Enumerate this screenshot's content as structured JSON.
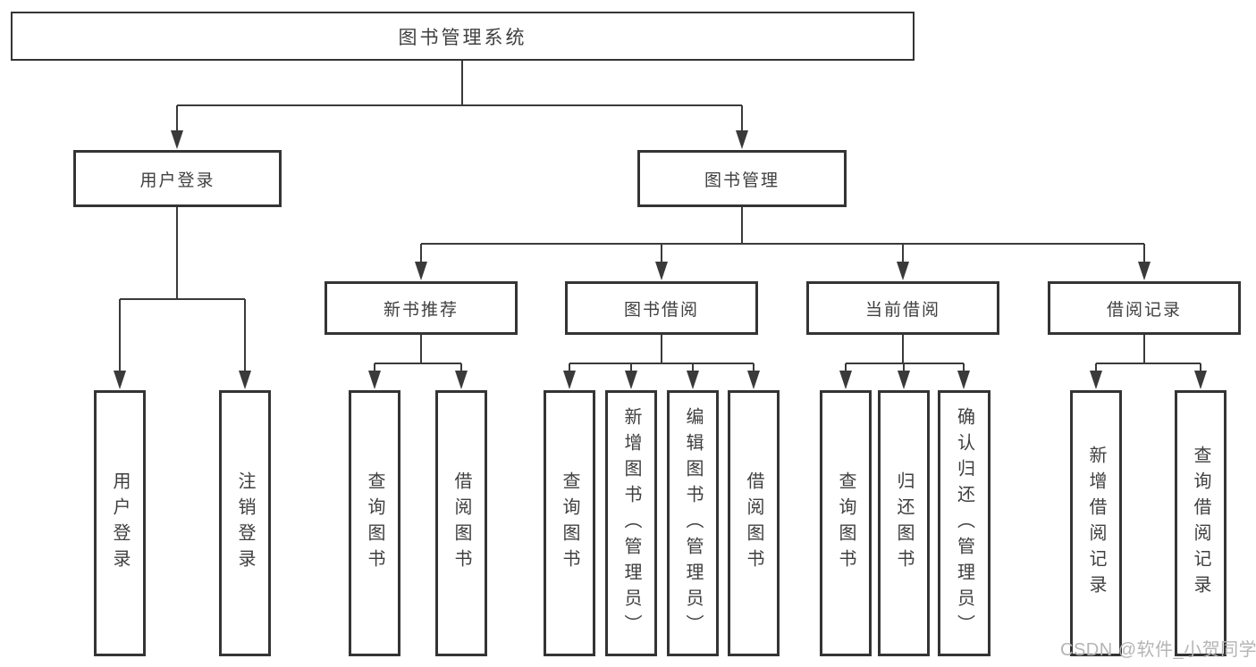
{
  "diagram_title": "图书管理系统",
  "tree": {
    "label": "图书管理系统",
    "children": [
      {
        "label": "用户登录",
        "children": [
          {
            "label": "用户登录"
          },
          {
            "label": "注销登录"
          }
        ]
      },
      {
        "label": "图书管理",
        "children": [
          {
            "label": "新书推荐",
            "children": [
              {
                "label": "查询图书"
              },
              {
                "label": "借阅图书"
              }
            ]
          },
          {
            "label": "图书借阅",
            "children": [
              {
                "label": "查询图书"
              },
              {
                "label": "新增图书（管理员）"
              },
              {
                "label": "编辑图书（管理员）"
              },
              {
                "label": "借阅图书"
              }
            ]
          },
          {
            "label": "当前借阅",
            "children": [
              {
                "label": "查询图书"
              },
              {
                "label": "归还图书"
              },
              {
                "label": "确认归还（管理员）"
              }
            ]
          },
          {
            "label": "借阅记录",
            "children": [
              {
                "label": "新增借阅记录"
              },
              {
                "label": "查询借阅记录"
              }
            ]
          }
        ]
      }
    ]
  },
  "watermark": "CSDN @软件_小贺同学",
  "colors": {
    "line": "#3a3a3a",
    "box_border": "#343434",
    "text": "#3f3f3f",
    "watermark": "#b5b5b5",
    "background": "#ffffff"
  }
}
